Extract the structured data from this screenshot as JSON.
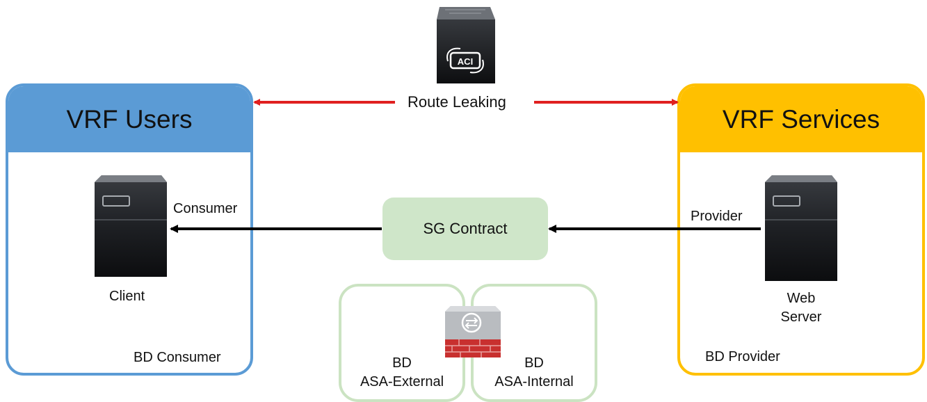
{
  "route_leaking": {
    "label": "Route Leaking",
    "device_badge": "ACI"
  },
  "vrf_users": {
    "title": "VRF Users",
    "endpoint_label": "Client",
    "role_label": "Consumer",
    "bd_label": "BD Consumer",
    "color": "#5b9bd5"
  },
  "vrf_services": {
    "title": "VRF Services",
    "endpoint_label_line1": "Web",
    "endpoint_label_line2": "Server",
    "role_label": "Provider",
    "bd_label": "BD Provider",
    "color": "#ffc000"
  },
  "contract": {
    "label": "SG Contract",
    "color": "#cfe6c9"
  },
  "firewall": {
    "bd_external_line1": "BD",
    "bd_external_line2": "ASA-External",
    "bd_internal_line1": "BD",
    "bd_internal_line2": "ASA-Internal"
  },
  "colors": {
    "arrow_red": "#e02020",
    "arrow_black": "#000000",
    "bd_border": "#cbe3c2"
  }
}
